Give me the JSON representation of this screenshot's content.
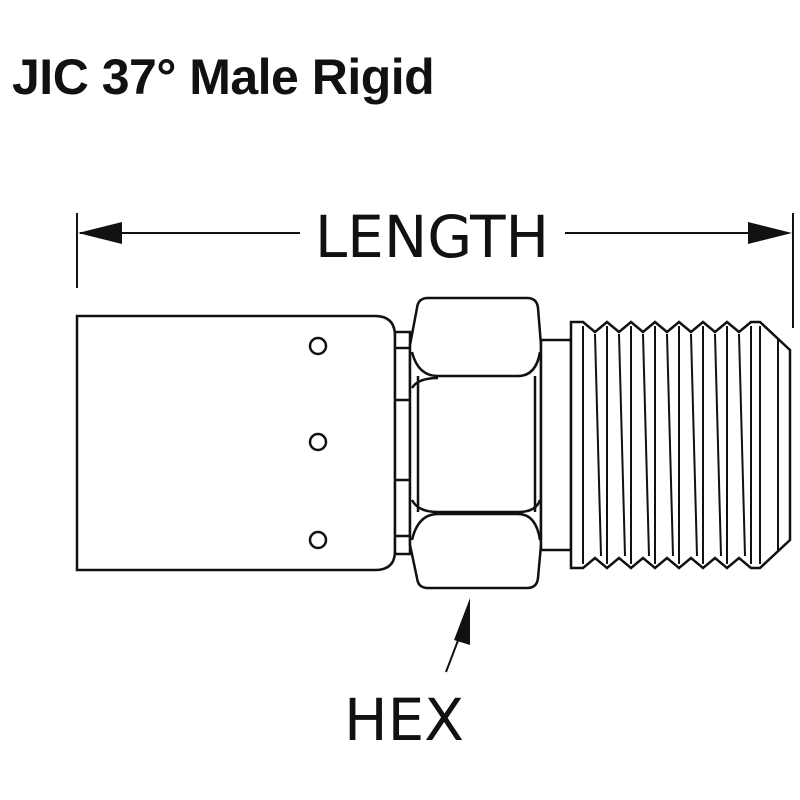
{
  "title": "JIC 37° Male Rigid",
  "labels": {
    "length": "LENGTH",
    "hex": "HEX"
  },
  "colors": {
    "line": "#111111",
    "background": "#ffffff"
  }
}
